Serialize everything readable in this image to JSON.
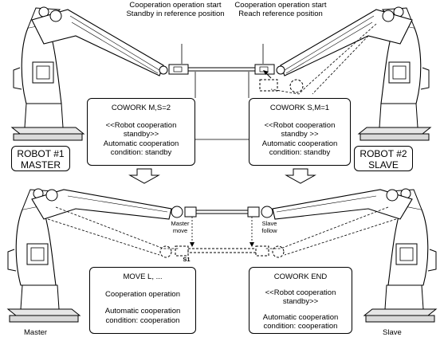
{
  "top": {
    "left_note": {
      "line1": "Cooperation operation start",
      "line2": "Standby in reference position"
    },
    "right_note": {
      "line1": "Cooperation operation start",
      "line2": "Reach reference position"
    },
    "master_box": {
      "title": "COWORK M,S=2",
      "line1": "<<Robot cooperation",
      "line2": "standby>>",
      "line3": "Automatic cooperation",
      "line4": "condition: standby"
    },
    "slave_box": {
      "title": "COWORK S,M=1",
      "line1": "<<Robot cooperation",
      "line2": "standby >>",
      "line3": "Automatic cooperation",
      "line4": "condition: standby"
    },
    "robot1": {
      "line1": "ROBOT #1",
      "line2": "MASTER"
    },
    "robot2": {
      "line1": "ROBOT #2",
      "line2": "SLAVE"
    }
  },
  "bottom": {
    "master_move": {
      "line1": "Master",
      "line2": "move"
    },
    "slave_follow": {
      "line1": "Slave",
      "line2": "follow"
    },
    "s1": "S1",
    "master_box": {
      "title": "MOVE L, ...",
      "line1": "Cooperation operation",
      "line2": "Automatic cooperation",
      "line3": "condition: cooperation"
    },
    "slave_box": {
      "title": "COWORK END",
      "line1": "<<Robot cooperation",
      "line2": "standby>>",
      "line3": "Automatic cooperation",
      "line4": "condition: cooperation"
    },
    "master_label": "Master",
    "slave_label": "Slave"
  }
}
